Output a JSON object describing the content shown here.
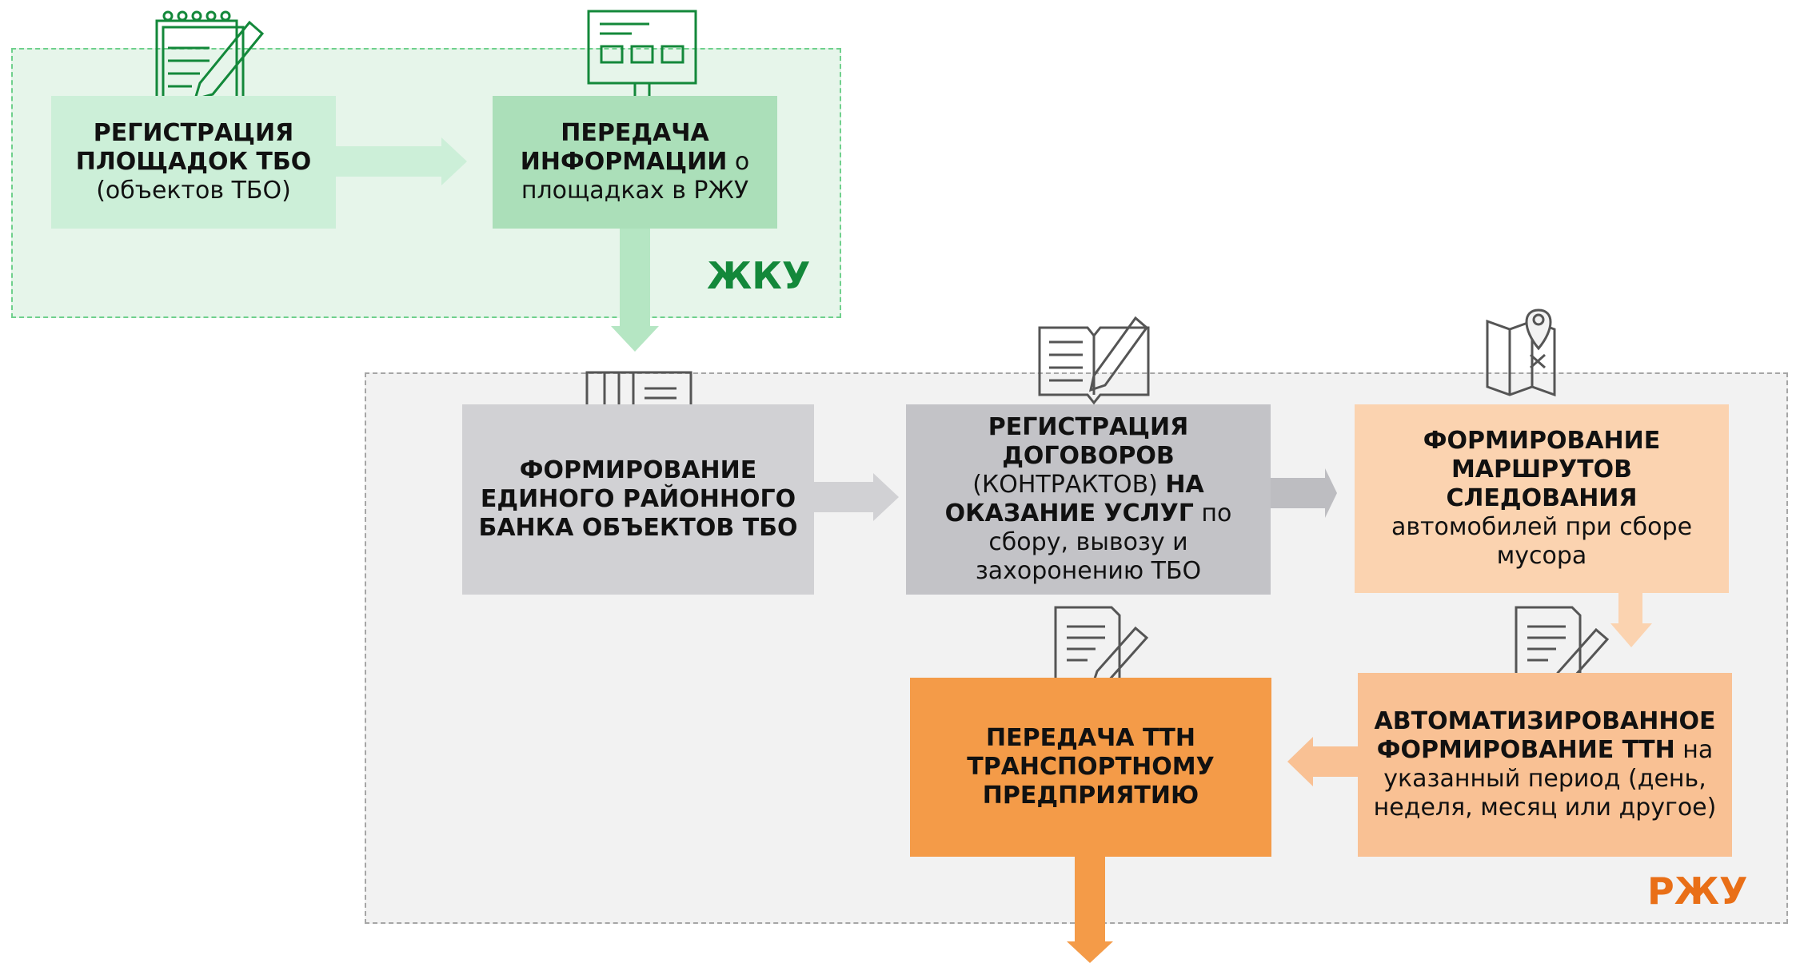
{
  "regions": {
    "zhku": {
      "label": "ЖКУ",
      "color": "#13883a"
    },
    "rzhu": {
      "label": "РЖУ",
      "color": "#e96f17"
    }
  },
  "steps": {
    "registration_sites": {
      "bold": "РЕГИСТРАЦИЯ ПЛОЩАДОК ТБО",
      "normal": "(объектов ТБО)"
    },
    "info_transfer": {
      "bold": "ПЕРЕДАЧА ИНФОРМАЦИИ",
      "normal": "о площадках в РЖУ"
    },
    "bank_forming": {
      "bold": "ФОРМИРОВАНИЕ ЕДИНОГО РАЙОННОГО БАНКА ОБЪЕКТОВ ТБО"
    },
    "contracts": {
      "bold1": "РЕГИСТРАЦИЯ ДОГОВОРОВ",
      "normal1": "(КОНТРАКТОВ)",
      "bold2": "НА ОКАЗАНИЕ УСЛУГ",
      "normal2": "по сбору, вывозу и захоронению ТБО"
    },
    "routes": {
      "bold": "ФОРМИРОВАНИЕ МАРШРУТОВ СЛЕДОВАНИЯ",
      "normal": "автомобилей при сборе мусора"
    },
    "ttn_forming": {
      "bold": "АВТОМАТИЗИРОВАННОЕ ФОРМИРОВАНИЕ ТТН",
      "normal": "на указанный период (день, неделя, месяц или другое)"
    },
    "ttn_transfer": {
      "bold": "ПЕРЕДАЧА ТТН ТРАНСПОРТНОМУ ПРЕДПРИЯТИЮ"
    }
  },
  "icons": [
    "notepad-pen-icon",
    "monitor-icon",
    "binders-icon",
    "open-book-pen-icon",
    "map-pin-icon",
    "document-pen-icon",
    "document-pen-icon"
  ],
  "colors": {
    "green_light": "#ccefd8",
    "green_mid": "#abdfb9",
    "green_arrow": "#b5e6c3",
    "gray_box": "#d1d1d4",
    "gray_arrow": "#bdbdc1",
    "peach": "#fbd3b0",
    "orange_light": "#f9c194",
    "orange": "#f49b48"
  }
}
